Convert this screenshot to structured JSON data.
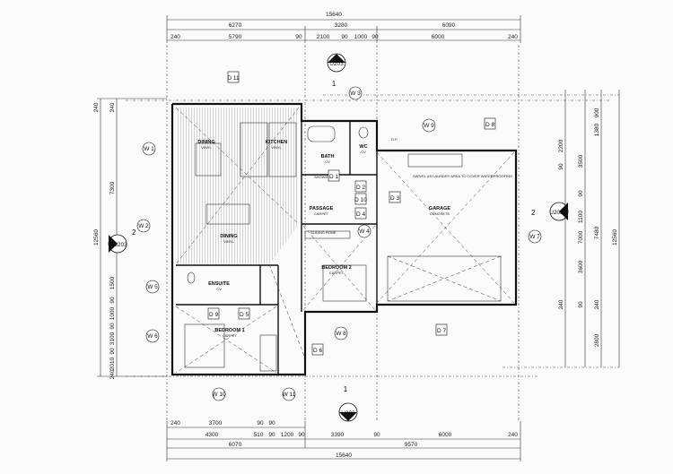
{
  "dimensions": {
    "top": {
      "overall": "15640",
      "row2": [
        "6270",
        "3280",
        "6090"
      ],
      "row3": [
        "240",
        "5790",
        "90",
        "2100",
        "90",
        "1000",
        "90",
        "6000",
        "240"
      ]
    },
    "bottom": {
      "row1": [
        "240",
        "3700",
        "90",
        "90"
      ],
      "row2": [
        "4300",
        "510",
        "90",
        "1200",
        "90",
        "3390",
        "90",
        "6000",
        "240"
      ],
      "row3": [
        "6070",
        "9570"
      ],
      "overall": "15640"
    },
    "left": {
      "overall": "12560",
      "row2": [
        "7300",
        "1500",
        "90",
        "1000",
        "90",
        "3100",
        "90",
        "2010",
        "240"
      ],
      "top_small": [
        "240",
        "240"
      ]
    },
    "right": {
      "overall": "12560",
      "row_a": [
        "900",
        "1380",
        "2200",
        "7000",
        "3500",
        "1100",
        "3600",
        "7480",
        "2800"
      ],
      "row_b": [
        "90",
        "90",
        "240",
        "90",
        "240"
      ]
    }
  },
  "rooms": [
    {
      "id": "dining-top",
      "name": "DINING",
      "finish": "VINYL"
    },
    {
      "id": "kitchen",
      "name": "KITCHEN",
      "finish": "VINYL"
    },
    {
      "id": "dining",
      "name": "DINING",
      "finish": "VINYL"
    },
    {
      "id": "bath",
      "name": "BATH",
      "finish": "CV"
    },
    {
      "id": "wc",
      "name": "WC",
      "finish": "CV"
    },
    {
      "id": "passage",
      "name": "PASSAGE",
      "finish": "CARPET"
    },
    {
      "id": "garage",
      "name": "GARAGE",
      "finish": "CONCRETE"
    },
    {
      "id": "bedroom2",
      "name": "BEDROOM 2",
      "finish": "CARPET"
    },
    {
      "id": "ensuite",
      "name": "ENSUITE",
      "finish": "CV"
    },
    {
      "id": "bedroom1",
      "name": "BEDROOM 1",
      "finish": "CARPET"
    }
  ],
  "fixtures": {
    "shower": "SHOWER",
    "sliding_robe": "SLIDING ROBE",
    "laundry_note": "SWIVEL AS LAUNDRY AREA TO COVER WATERPROOFING"
  },
  "section_markers": {
    "u203_top": "U203",
    "u203_left": "U203",
    "u202_right": "U202",
    "u202_bottom": "U202",
    "num_top": "1",
    "num_left": "2",
    "num_right": "2",
    "num_bottom": "1"
  },
  "windows": [
    "W 1",
    "W 2",
    "W 3",
    "W 4",
    "W 5",
    "W 6",
    "W 7",
    "W 8",
    "W 9",
    "W 10",
    "W 11"
  ],
  "doors": [
    "D 1",
    "D 2",
    "D 3",
    "D 4",
    "D 5",
    "D 6",
    "D 7",
    "D 8",
    "D 9",
    "D 10",
    "D 11"
  ],
  "misc": {
    "dp": "D.P."
  }
}
